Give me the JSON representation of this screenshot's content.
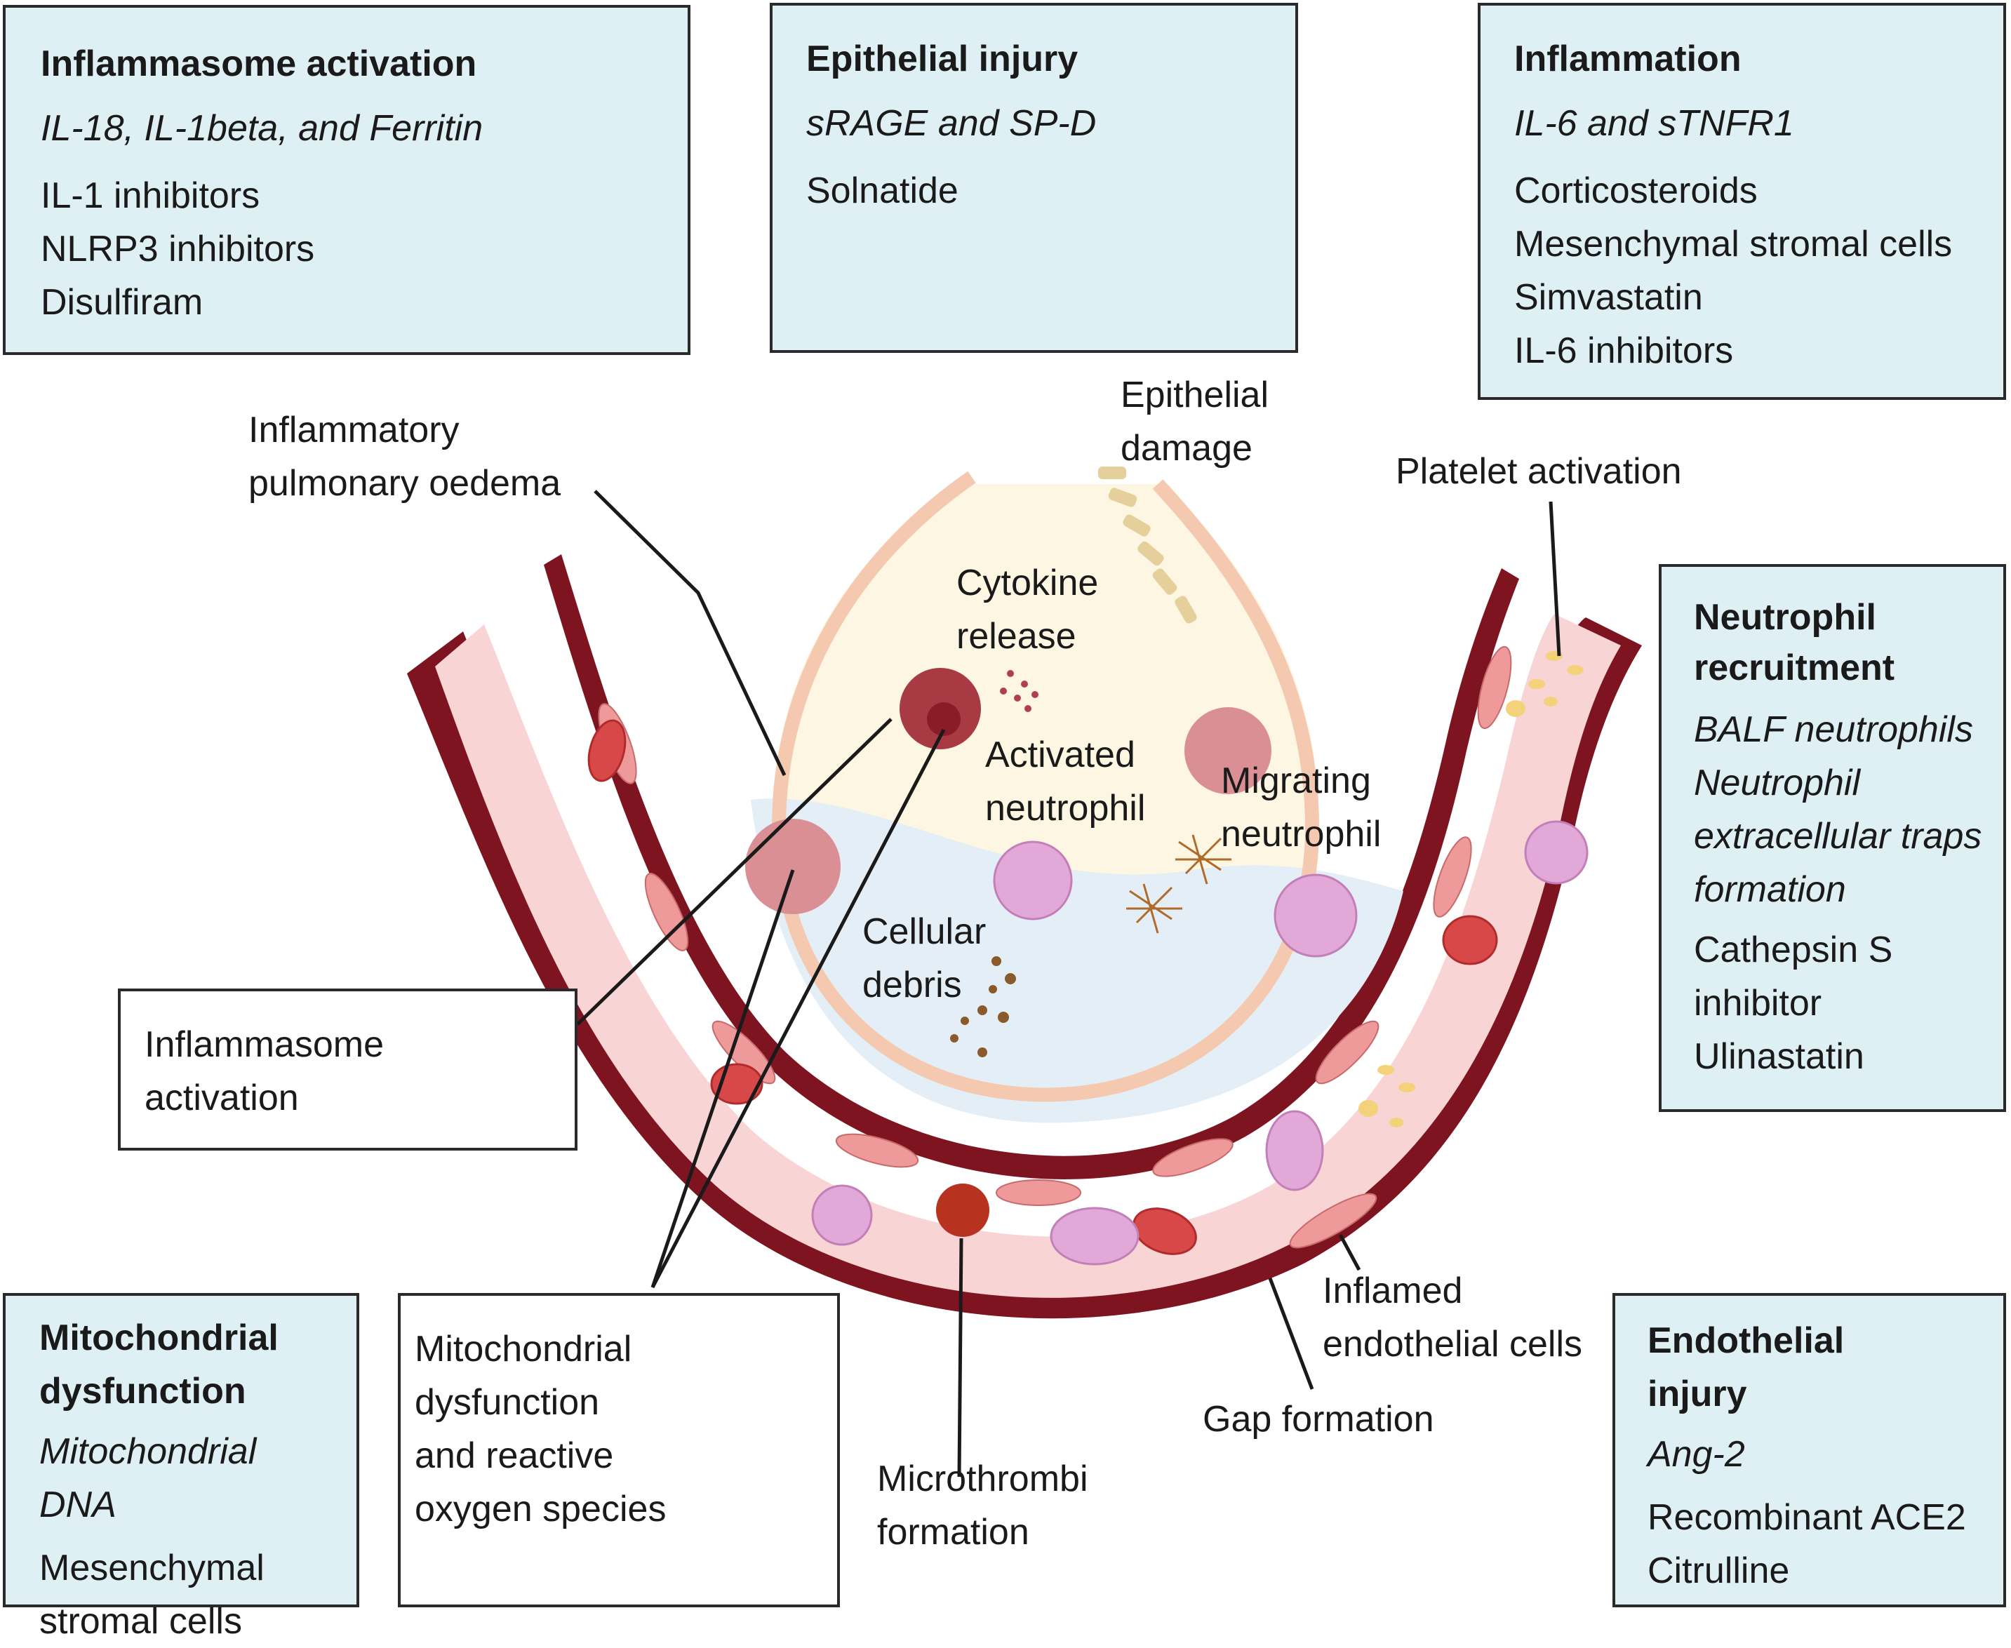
{
  "figure": {
    "colors": {
      "box_fill": "#dff0f5",
      "box_border": "#2a2a2a",
      "vessel_wall": "#7e1420",
      "vessel_lumen": "#f9d4d4",
      "endothelial_cell": "#ef9a9a",
      "alveolar_fluid": "#e3eef6",
      "alveolar_air": "#fdf6e3",
      "epithelium": "#f4c9b0",
      "neutrophil": "#e2a8d8",
      "red_blood_cell": "#d94848",
      "platelet": "#f3d27a",
      "ros": "#c43a3a"
    },
    "boxes": {
      "inflammasome": {
        "title": "Inflammasome activation",
        "markers": [
          "IL-18, IL-1beta, and Ferritin"
        ],
        "therapies": [
          "IL-1 inhibitors",
          "NLRP3 inhibitors",
          "Disulfiram"
        ]
      },
      "epithelial": {
        "title": "Epithelial injury",
        "markers": [
          "sRAGE and SP-D"
        ],
        "therapies": [
          "Solnatide"
        ]
      },
      "inflammation": {
        "title": "Inflammation",
        "markers": [
          "IL-6 and sTNFR1"
        ],
        "therapies": [
          "Corticosteroids",
          "Mesenchymal stromal cells",
          "Simvastatin",
          "IL-6 inhibitors"
        ]
      },
      "neutrophil": {
        "title_lines": [
          "Neutrophil",
          "recruitment"
        ],
        "markers": [
          "BALF neutrophils",
          "Neutrophil",
          "extracellular traps",
          "formation"
        ],
        "therapies": [
          "Cathepsin S",
          "inhibitor",
          "Ulinastatin"
        ]
      },
      "endothelial": {
        "title_lines": [
          "Endothelial",
          "injury"
        ],
        "markers": [
          "Ang-2"
        ],
        "therapies": [
          "Recombinant ACE2",
          "Citrulline"
        ]
      },
      "mitochondrial": {
        "title_lines": [
          "Mitochondrial",
          "dysfunction"
        ],
        "markers": [
          "Mitochondrial DNA"
        ],
        "therapies": [
          "Mesenchymal",
          "stromal cells"
        ]
      }
    },
    "callouts": {
      "inflammasome_small": [
        "Inflammasome",
        "activation"
      ],
      "ros": [
        "Mitochondrial",
        "dysfunction",
        "and reactive",
        "oxygen species"
      ]
    },
    "labels": {
      "oedema": [
        "Inflammatory",
        "pulmonary oedema"
      ],
      "epithelial_damage": [
        "Epithelial",
        "damage"
      ],
      "platelet": [
        "Platelet activation"
      ],
      "cytokine": [
        "Cytokine",
        "release"
      ],
      "activated_neutrophil": [
        "Activated",
        "neutrophil"
      ],
      "migrating_neutrophil": [
        "Migrating",
        "neutrophil"
      ],
      "debris": [
        "Cellular",
        "debris"
      ],
      "microthrombi": [
        "Microthrombi",
        "formation"
      ],
      "inflamed_endothelial": [
        "Inflamed",
        "endothelial cells"
      ],
      "gap": [
        "Gap formation"
      ]
    }
  }
}
